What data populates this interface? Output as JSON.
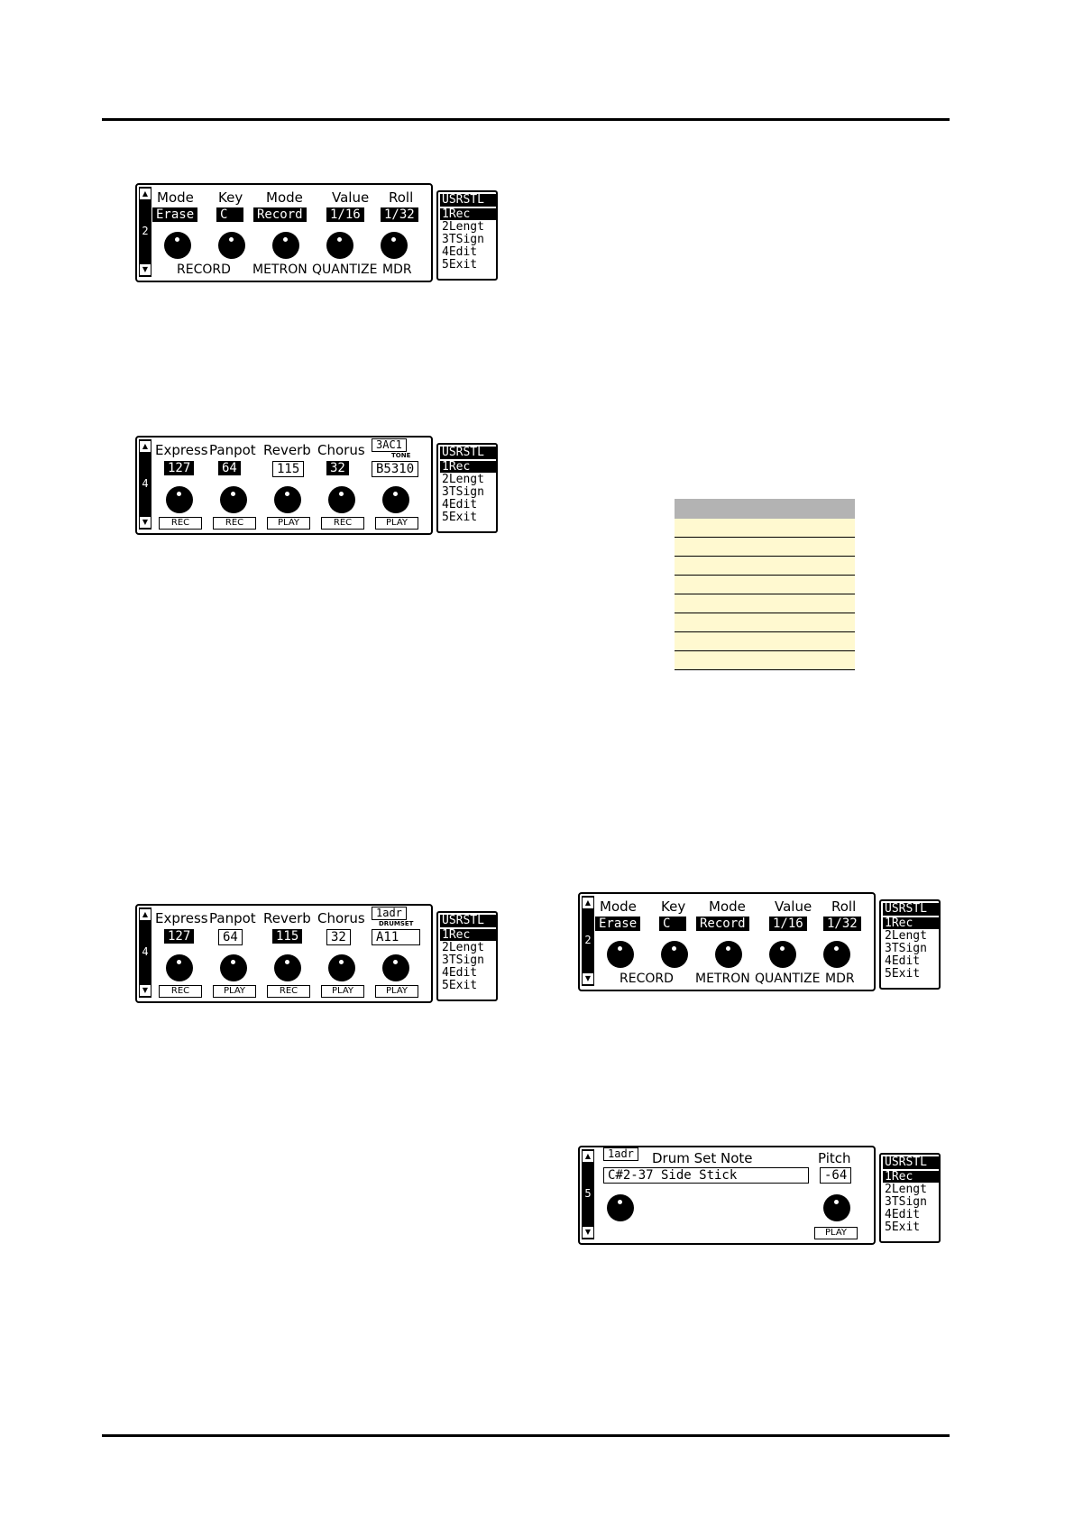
{
  "menu": {
    "title": "USRSTL",
    "items": [
      "1Rec",
      "2Lengt",
      "3TSign",
      "4Edit",
      "5Exit"
    ]
  },
  "record_panel": {
    "page_num": "2",
    "labels": [
      "Mode",
      "Key",
      "Mode",
      "Value",
      "Roll"
    ],
    "values": [
      "Erase",
      "C",
      "Record",
      "1/16",
      "1/32"
    ],
    "sublabels": [
      "RECORD",
      "METRON",
      "QUANTIZE",
      "MDR"
    ]
  },
  "tone_panel": {
    "page_num": "4",
    "labels": [
      "Express",
      "Panpot",
      "Reverb",
      "Chorus"
    ],
    "values": [
      "127",
      "64",
      "115",
      "32"
    ],
    "tag": "3AC1",
    "tone_label": "TONE",
    "tone_value": "B5310",
    "buttons": [
      "REC",
      "REC",
      "PLAY",
      "REC",
      "PLAY"
    ]
  },
  "drum_panel": {
    "page_num": "4",
    "labels": [
      "Express",
      "Panpot",
      "Reverb",
      "Chorus"
    ],
    "values": [
      "127",
      "64",
      "115",
      "32"
    ],
    "tag": "1adr",
    "drumset_label": "DRUMSET",
    "drumset_value": "A11",
    "buttons": [
      "REC",
      "PLAY",
      "REC",
      "PLAY",
      "PLAY"
    ]
  },
  "note_panel": {
    "page_num": "5",
    "tag": "1adr",
    "title": "Drum Set Note",
    "pitch_label": "Pitch",
    "note_value": "C#2-37 Side Stick",
    "pitch_value": "-64",
    "button": "PLAY"
  }
}
